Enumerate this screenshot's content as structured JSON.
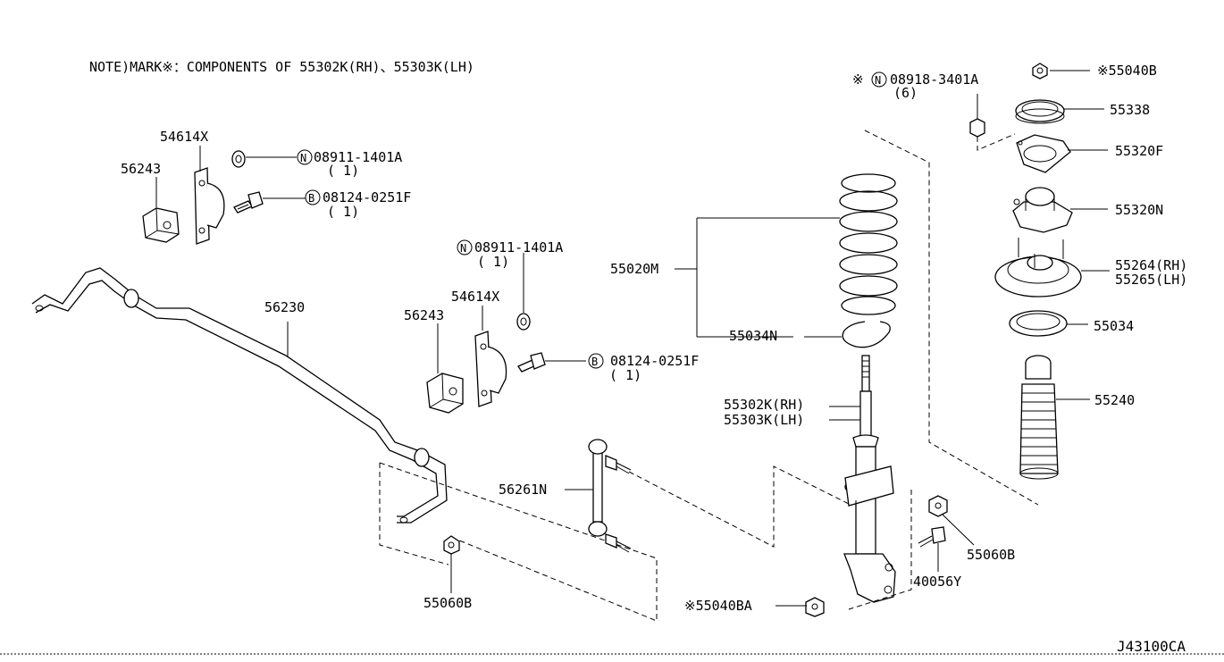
{
  "note": "NOTE)MARK※：COMPONENTS OF  55302K(RH)、55303K(LH)",
  "diagram_code": "J43100CA",
  "labels": {
    "p54614x_a": "54614X",
    "p56243_a": "56243",
    "n08911_a": "08911-1401A",
    "n08911_a_qty": "( 1)",
    "b08124_a": "08124-0251F",
    "b08124_a_qty": "( 1)",
    "p56230": "56230",
    "n08911_b": "08911-1401A",
    "n08911_b_qty": "( 1)",
    "p54614x_b": "54614X",
    "p56243_b": "56243",
    "b08124_b": "08124-0251F",
    "b08124_b_qty": "( 1)",
    "p56261n": "56261N",
    "p55060b_a": "55060B",
    "p55040ba": "※55040BA",
    "p55020m": "55020M",
    "p55034n": "55034N",
    "strut_rh": "55302K(RH)",
    "strut_lh": "55303K(LH)",
    "n08918": "08918-3401A",
    "n08918_qty": "(6)",
    "p55040b": "※55040B",
    "p55338": "55338",
    "p55320f": "55320F",
    "p55320n": "55320N",
    "p55264": "55264(RH)",
    "p55265": "55265(LH)",
    "p55034": "55034",
    "p55240": "55240",
    "p55060b_b": "55060B",
    "p40056y": "40056Y"
  },
  "symbols": {
    "nut_mark": "N",
    "bolt_mark": "B",
    "ref_mark": "※"
  }
}
